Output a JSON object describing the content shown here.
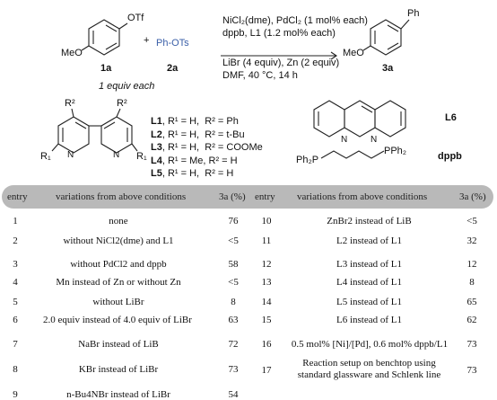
{
  "scheme": {
    "reactant1_sub": "OTf",
    "reactant1_ome": "MeO",
    "reactant1_label": "1a",
    "plus": "+",
    "reactant2": "Ph-OTs",
    "reactant2_label": "2a",
    "equiv_note": "1 equiv each",
    "cond_line1": "NiCl₂(dme), PdCl₂ (1 mol% each)",
    "cond_line2": "dppb, L1 (1.2 mol% each)",
    "cond_line3": "LiBr (4 equiv), Zn (2 equiv)",
    "cond_line4": "DMF, 40 °C, 14 h",
    "product_sub": "Ph",
    "product_ome": "MeO",
    "product_label": "3a",
    "bipy_r2_left": "R²",
    "bipy_r2_right": "R²",
    "bipy_r1_left": "R₁",
    "bipy_r1_right": "R₁",
    "phen_label": "L6",
    "dppb_left": "Ph₂P",
    "dppb_right": "PPh₂",
    "dppb_label": "dppb",
    "ligands": [
      {
        "name": "L1",
        "r1": "R¹ = H,",
        "r2": "R² = Ph"
      },
      {
        "name": "L2",
        "r1": "R¹ = H,",
        "r2": "R² = t-Bu"
      },
      {
        "name": "L3",
        "r1": "R¹ = H,",
        "r2": "R² = COOMe"
      },
      {
        "name": "L4",
        "r1": "R¹ = Me,",
        "r2": "R² = H"
      },
      {
        "name": "L5",
        "r1": "R¹ = H,",
        "r2": "R² = H"
      }
    ]
  },
  "table": {
    "headers": {
      "entry": "entry",
      "variation": "variations from above conditions",
      "yield": "3a (%)",
      "entry2": "entry",
      "variation2": "variations from above conditions",
      "yield2": "3a (%)"
    },
    "left_rows": [
      {
        "entry": "1",
        "variation": "none",
        "yield": "76"
      },
      {
        "entry": "2",
        "variation": "without NiCl2(dme) and L1",
        "yield": "<5"
      },
      {
        "entry": "3",
        "variation": "without PdCl2 and dppb",
        "yield": "58"
      },
      {
        "entry": "4",
        "variation": "Mn instead of Zn or without Zn",
        "yield": "<5"
      },
      {
        "entry": "5",
        "variation": "without LiBr",
        "yield": "8"
      },
      {
        "entry": "6",
        "variation": "2.0 equiv instead of 4.0 equiv of LiBr",
        "yield": "63"
      },
      {
        "entry": "7",
        "variation": "NaBr instead of LiB",
        "yield": "72"
      },
      {
        "entry": "8",
        "variation": "KBr instead of LiBr",
        "yield": "73"
      },
      {
        "entry": "9",
        "variation": "n-Bu4NBr instead of LiBr",
        "yield": "54"
      }
    ],
    "right_rows": [
      {
        "entry": "10",
        "variation": "ZnBr2 instead of LiB",
        "yield": "<5"
      },
      {
        "entry": "11",
        "variation": "L2 instead of L1",
        "yield": "32"
      },
      {
        "entry": "12",
        "variation": "L3 instead of L1",
        "yield": "12"
      },
      {
        "entry": "13",
        "variation": "L4 instead of L1",
        "yield": "8"
      },
      {
        "entry": "14",
        "variation": "L5 instead of L1",
        "yield": "65"
      },
      {
        "entry": "15",
        "variation": "L6 instead of L1",
        "yield": "62"
      },
      {
        "entry": "16",
        "variation": "0.5 mol% [Ni]/[Pd], 0.6 mol% dppb/L1",
        "yield": "73"
      },
      {
        "entry": "17",
        "variation": "Reaction setup on benchtop using",
        "variation_line2": "standard glassware and Schlenk line",
        "yield": "73"
      }
    ]
  },
  "colors": {
    "header_bg": "#b9b9b9",
    "reagent_blue": "#3a5fa8",
    "text": "#111111"
  }
}
